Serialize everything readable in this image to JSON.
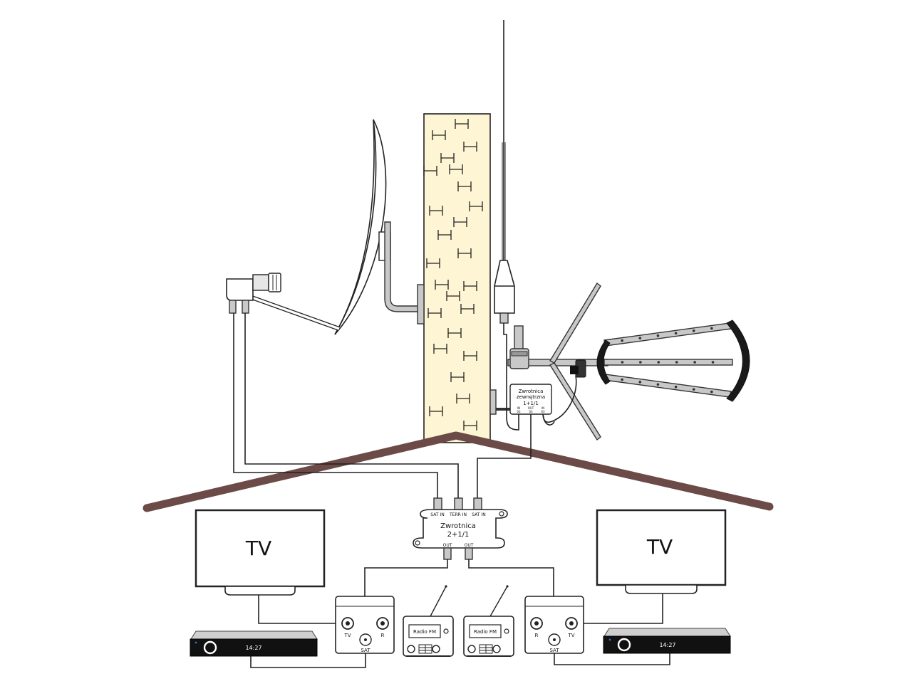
{
  "wall": {
    "bricks": 22,
    "fill": "#fdf5d3"
  },
  "colors": {
    "roof": "#6b4a47",
    "wall": "#fdf5d3",
    "line": "#222222",
    "connector": "#c8c8c8"
  },
  "outdoor_diplexer": {
    "title_line1": "Zwrotnica",
    "title_line2": "zewnętrzna",
    "ratio": "1+1/1",
    "port_in1": "IN",
    "port_out": "OUT",
    "port_in2": "IN",
    "port_in1_ch": "03",
    "port_out_ch": "03",
    "port_in2_ch": "03"
  },
  "indoor_diplexer": {
    "title": "Zwrotnica",
    "ratio": "2+1/1",
    "port_sat_in_left": "SAT IN",
    "port_terr_in": "TERR IN",
    "port_sat_in_right": "SAT IN",
    "port_out_left": "OUT",
    "port_out_right": "OUT"
  },
  "tvs": [
    {
      "label": "TV"
    },
    {
      "label": "TV"
    }
  ],
  "wall_sockets": [
    {
      "left_label": "TV",
      "right_label": "R",
      "bottom_label": "SAT"
    },
    {
      "left_label": "R",
      "right_label": "TV",
      "bottom_label": "SAT"
    }
  ],
  "radios": [
    {
      "label": "Radio FM"
    },
    {
      "label": "Radio FM"
    }
  ],
  "receivers": [
    {
      "time": "14:27"
    },
    {
      "time": "14:27"
    }
  ]
}
